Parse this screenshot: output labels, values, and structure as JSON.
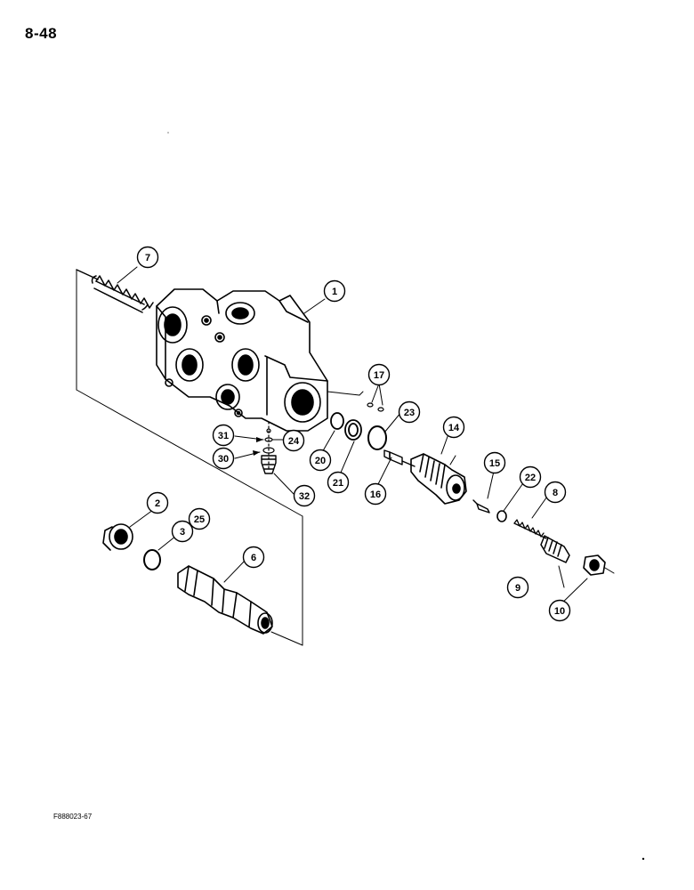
{
  "page": {
    "number": "8-48",
    "figure_code": "F888023-67"
  },
  "callouts": [
    {
      "id": "c1",
      "label": "1"
    },
    {
      "id": "c2",
      "label": "2"
    },
    {
      "id": "c3",
      "label": "3"
    },
    {
      "id": "c25",
      "label": "25"
    },
    {
      "id": "c6",
      "label": "6"
    },
    {
      "id": "c7",
      "label": "7"
    },
    {
      "id": "c8",
      "label": "8"
    },
    {
      "id": "c9",
      "label": "9"
    },
    {
      "id": "c10",
      "label": "10"
    },
    {
      "id": "c14",
      "label": "14"
    },
    {
      "id": "c15",
      "label": "15"
    },
    {
      "id": "c16",
      "label": "16"
    },
    {
      "id": "c17",
      "label": "17"
    },
    {
      "id": "c20",
      "label": "20"
    },
    {
      "id": "c21",
      "label": "21"
    },
    {
      "id": "c22",
      "label": "22"
    },
    {
      "id": "c23",
      "label": "23"
    },
    {
      "id": "c24",
      "label": "24"
    },
    {
      "id": "c30",
      "label": "30"
    },
    {
      "id": "c31",
      "label": "31"
    },
    {
      "id": "c32",
      "label": "32"
    }
  ]
}
